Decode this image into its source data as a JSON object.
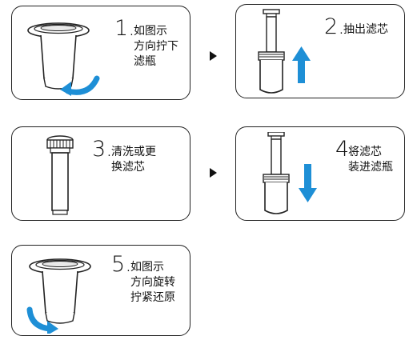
{
  "accent_color": "#1e8fd6",
  "border_color": "#222222",
  "steps": [
    {
      "number": "1.",
      "text": "如图示\n方向拧下\n滤瓶",
      "icon": "filter-bowl-unscrew-icon"
    },
    {
      "number": "2.",
      "text": "抽出滤芯",
      "icon": "filter-cartridge-pull-up-icon"
    },
    {
      "number": "3.",
      "text": "清洗或更\n换滤芯",
      "icon": "filter-cartridge-icon"
    },
    {
      "number": "4.",
      "text": "将滤芯\n装进滤瓶",
      "icon": "filter-cartridge-insert-icon"
    },
    {
      "number": "5.",
      "text": "如图示\n方向旋转\n拧紧还原",
      "icon": "filter-bowl-screw-icon"
    }
  ],
  "arrows": [
    {
      "icon": "arrow-right-icon"
    },
    {
      "icon": "arrow-right-icon"
    }
  ]
}
